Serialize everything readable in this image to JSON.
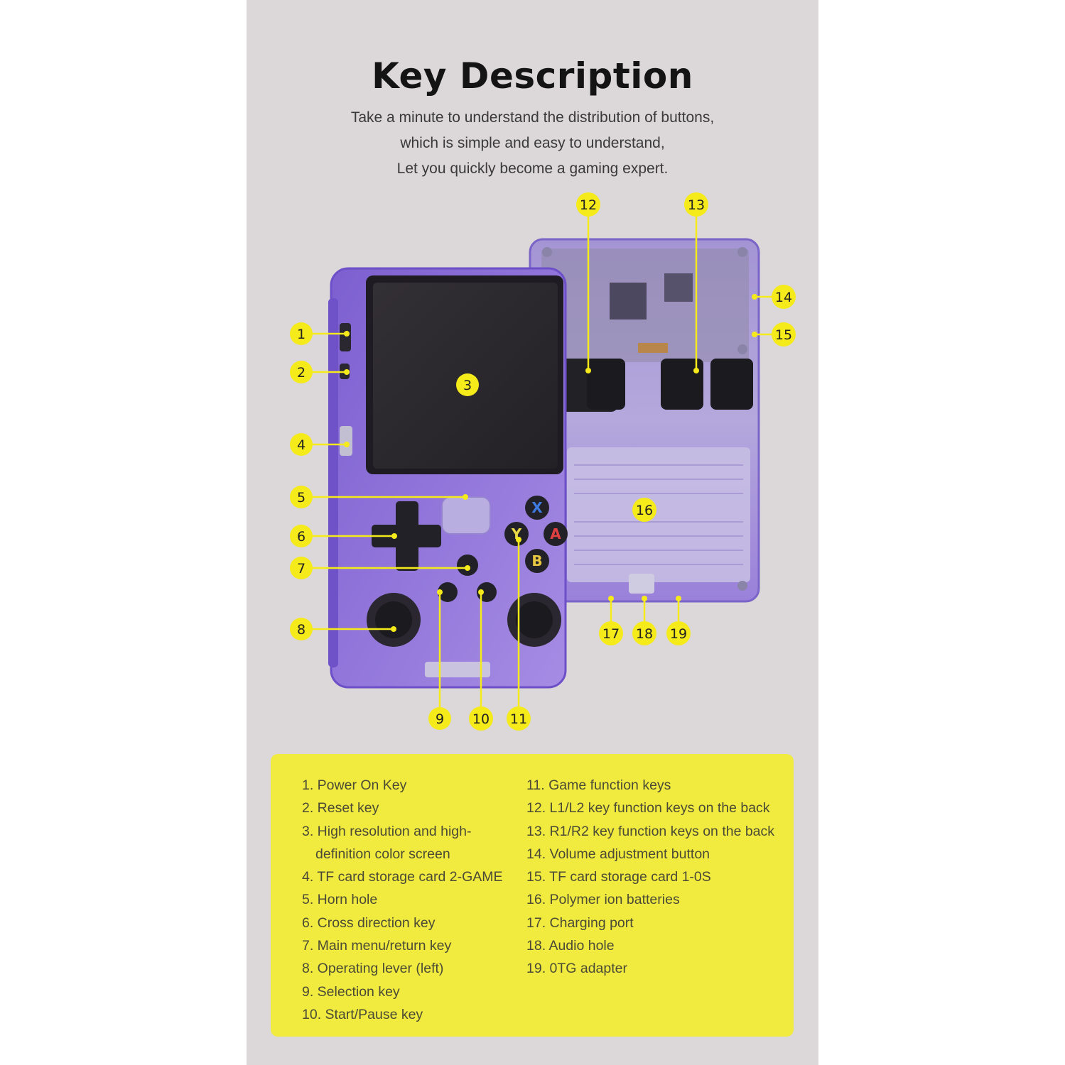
{
  "title": "Key Description",
  "subtitle_lines": [
    "Take a minute to understand the distribution of buttons,",
    "which is simple and easy to understand,",
    "Let you quickly become a gaming expert."
  ],
  "colors": {
    "background": "#dcd8d9",
    "callout_yellow": "#f5ea1a",
    "legend_yellow": "#f2eb3f",
    "device_purple": "#8a6bd6"
  },
  "button_letters": {
    "x": "X",
    "y": "Y",
    "a": "A",
    "b": "B"
  },
  "callouts": [
    "1",
    "2",
    "3",
    "4",
    "5",
    "6",
    "7",
    "8",
    "9",
    "10",
    "11",
    "12",
    "13",
    "14",
    "15",
    "16",
    "17",
    "18",
    "19"
  ],
  "legend": {
    "left": [
      "1. Power On Key",
      "2. Reset key",
      "3. High resolution and high-",
      "definition color screen",
      "4. TF card storage card 2-GAME",
      "5. Horn hole",
      "6. Cross direction key",
      "7. Main menu/return key",
      "8. Operating lever (left)",
      "9. Selection key",
      "10. Start/Pause key"
    ],
    "right": [
      "11. Game function keys",
      "12. L1/L2 key function keys on the back",
      "13. R1/R2 key function keys on the back",
      "14. Volume adjustment button",
      "15. TF card storage card 1-0S",
      "16. Polymer ion batteries",
      "17. Charging port",
      "18. Audio hole",
      "19. 0TG adapter"
    ]
  }
}
